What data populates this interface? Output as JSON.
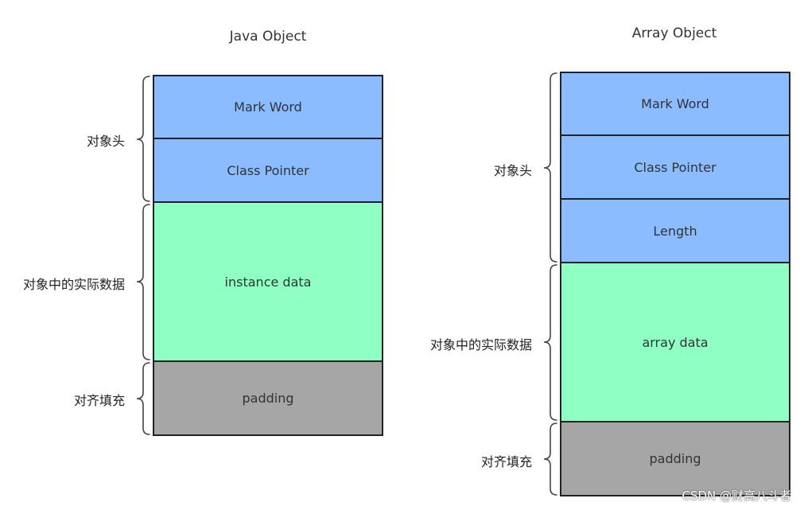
{
  "java_object": {
    "title": "Java Object",
    "blocks": {
      "mark_word": "Mark Word",
      "class_pointer": "Class Pointer",
      "instance_data": "instance data",
      "padding": "padding"
    },
    "labels": {
      "header": "对象头",
      "data": "对象中的实际数据",
      "padding": "对齐填充"
    }
  },
  "array_object": {
    "title": "Array Object",
    "blocks": {
      "mark_word": "Mark Word",
      "class_pointer": "Class Pointer",
      "length": "Length",
      "array_data": "array data",
      "padding": "padding"
    },
    "labels": {
      "header": "对象头",
      "data": "对象中的实际数据",
      "padding": "对齐填充"
    }
  },
  "watermark": "CSDN @财高八斗者",
  "colors": {
    "header": "#8bbcff",
    "data": "#8fffc4",
    "padding": "#a6a6a6"
  }
}
